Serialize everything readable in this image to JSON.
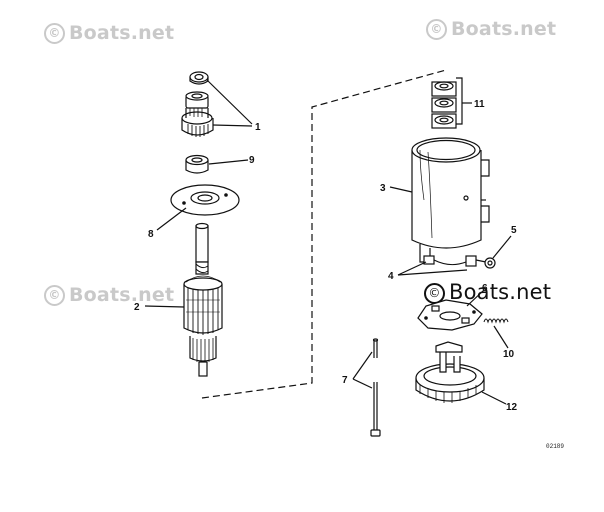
{
  "watermarks": {
    "text": "Boats.net",
    "symbol": "©"
  },
  "callouts": {
    "c1": "1",
    "c2": "2",
    "c3": "3",
    "c4": "4",
    "c5": "5",
    "c6": "6",
    "c7": "7",
    "c8": "8",
    "c9": "9",
    "c10": "10",
    "c11": "11",
    "c12": "12"
  },
  "diagram_code": "02189",
  "colors": {
    "line": "#111111",
    "watermark": "#c9c9c9"
  }
}
